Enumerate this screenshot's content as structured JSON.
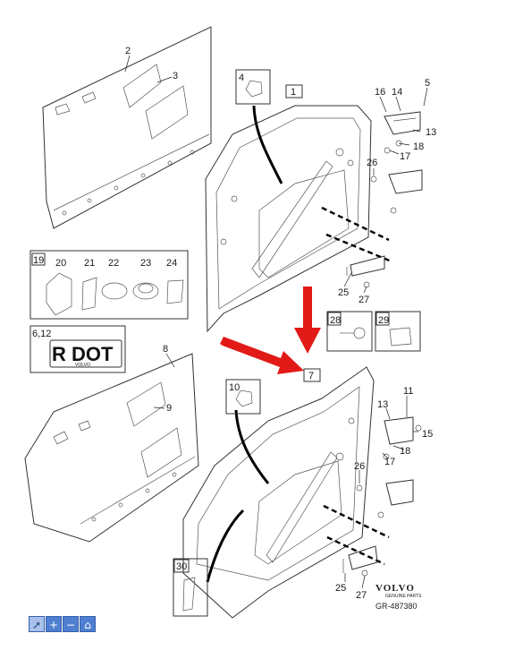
{
  "callouts": {
    "c2": "2",
    "c3": "3",
    "c4": "4",
    "c1": "1",
    "c16a": "16",
    "c14": "14",
    "c5": "5",
    "c13a": "13",
    "c18a": "18",
    "c17a": "17",
    "c26a": "26",
    "c25a": "25",
    "c27a": "27",
    "c19": "19",
    "c20": "20",
    "c21": "21",
    "c22": "22",
    "c23": "23",
    "c24": "24",
    "c612": "6,12",
    "c28": "28",
    "c29": "29",
    "c8": "8",
    "c9": "9",
    "c10": "10",
    "c7": "7",
    "c11": "11",
    "c13b": "13",
    "c15": "15",
    "c18b": "18",
    "c17b": "17",
    "c26b": "26",
    "c30": "30",
    "c25b": "25",
    "c27b": "27"
  },
  "plate": {
    "main_text": "R DOT",
    "sub_text": "VOLVO"
  },
  "brand": {
    "name": "VOLVO",
    "tagline": "GENUINE PARTS",
    "ref": "GR-487380"
  },
  "colors": {
    "arrow": "#e11a17",
    "toolbar": "#4f7fd0"
  },
  "toolbar": {
    "icons": [
      "cursor-icon",
      "zoom-in-icon",
      "zoom-out-icon",
      "home-icon"
    ],
    "cursor": "➚",
    "plus": "+",
    "minus": "−",
    "home": "⌂"
  }
}
